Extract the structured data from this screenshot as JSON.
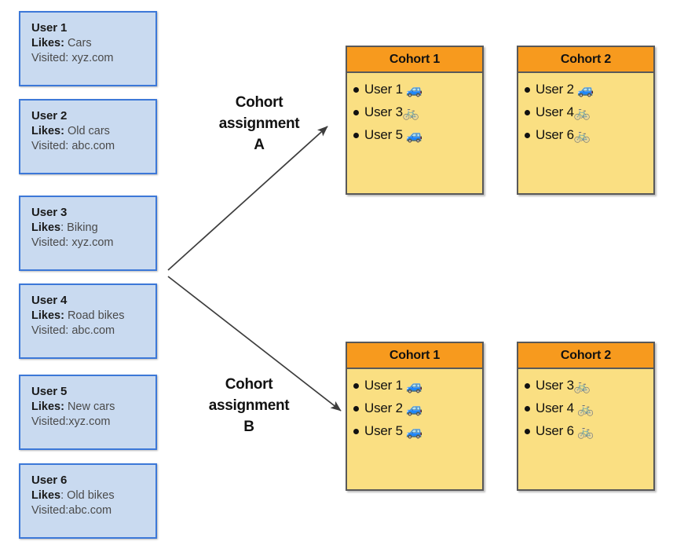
{
  "background": "#ffffff",
  "colors": {
    "user_card_bg": "#c9daf0",
    "user_card_border": "#3c78d8",
    "cohort_header_bg": "#f79a1e",
    "cohort_body_bg": "#fadf82",
    "cohort_border": "#595959",
    "arrow": "#3d3d3d",
    "text": "#111111"
  },
  "users": [
    {
      "name": "User 1",
      "likes_label": "Likes:",
      "likes_value": " Cars",
      "visited": "Visited: xyz.com"
    },
    {
      "name": "User 2",
      "likes_label": "Likes:",
      "likes_value": " Old cars",
      "visited": "Visited: abc.com"
    },
    {
      "name": "User 3",
      "likes_label": "Likes",
      "likes_value": ": Biking",
      "visited": "Visited: xyz.com"
    },
    {
      "name": "User 4",
      "likes_label": "Likes:",
      "likes_value": " Road bikes",
      "visited": "Visited: abc.com"
    },
    {
      "name": "User 5",
      "likes_label": "Likes:",
      "likes_value": " New cars",
      "visited": "Visited:xyz.com"
    },
    {
      "name": "User 6",
      "likes_label": "Likes",
      "likes_value": ": Old bikes",
      "visited": "Visited:abc.com"
    }
  ],
  "assignments": [
    {
      "id": "A",
      "label_line1": "Cohort",
      "label_line2": "assignment",
      "label_line3": "A",
      "cohorts": [
        {
          "title": "Cohort 1",
          "members": [
            {
              "label": "User 1",
              "icon": "car-emoji",
              "glyph": "🚙"
            },
            {
              "label": "User 3",
              "icon": "bicycle-emoji",
              "glyph": "🚲"
            },
            {
              "label": "User 5",
              "icon": "car-emoji",
              "glyph": "🚙"
            }
          ]
        },
        {
          "title": "Cohort 2",
          "members": [
            {
              "label": "User 2",
              "icon": "car-emoji",
              "glyph": "🚙"
            },
            {
              "label": "User 4",
              "icon": "bicycle-emoji",
              "glyph": "🚲"
            },
            {
              "label": "User 6",
              "icon": "bicycle-emoji",
              "glyph": "🚲"
            }
          ]
        }
      ]
    },
    {
      "id": "B",
      "label_line1": "Cohort",
      "label_line2": "assignment",
      "label_line3": "B",
      "cohorts": [
        {
          "title": "Cohort 1",
          "members": [
            {
              "label": "User 1",
              "icon": "car-emoji",
              "glyph": "🚙"
            },
            {
              "label": "User 2",
              "icon": "car-emoji",
              "glyph": "🚙"
            },
            {
              "label": "User 5",
              "icon": "car-emoji",
              "glyph": "🚙"
            }
          ]
        },
        {
          "title": "Cohort 2",
          "members": [
            {
              "label": "User 3",
              "icon": "bicycle-emoji",
              "glyph": "🚲"
            },
            {
              "label": "User 4",
              "icon": "bicycle-emoji",
              "glyph": "🚲"
            },
            {
              "label": "User 6",
              "icon": "bicycle-emoji",
              "glyph": "🚲"
            }
          ]
        }
      ]
    }
  ]
}
